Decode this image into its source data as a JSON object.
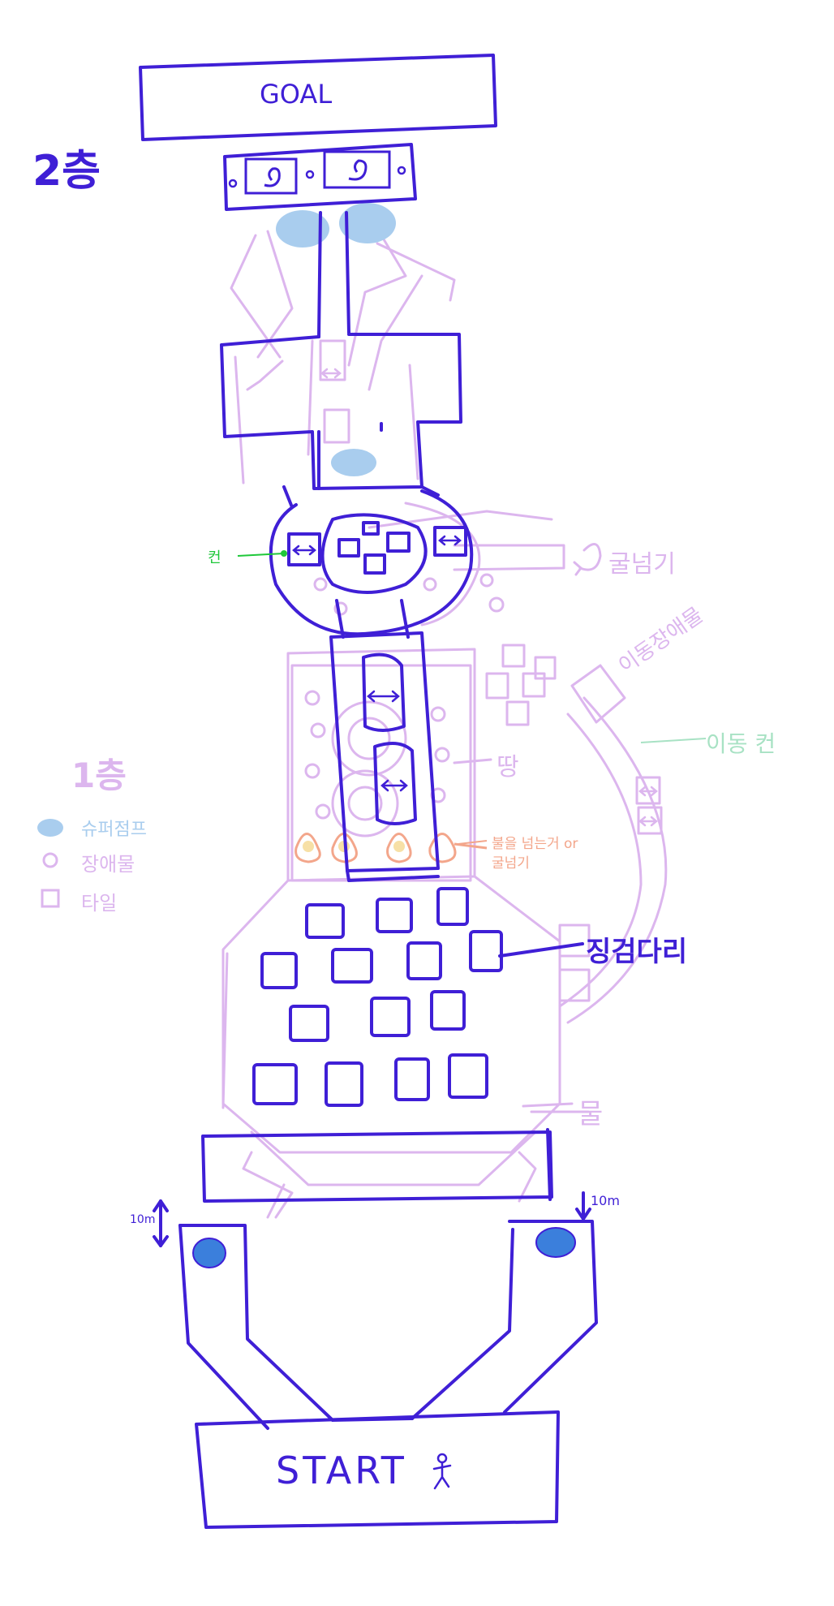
{
  "floor2_label": "2층",
  "goal_label": "GOAL",
  "start_label": "START",
  "floor1_label": "1층",
  "legend": {
    "super_jump": "슈퍼점프",
    "obstacle": "장애물",
    "tile": "타일"
  },
  "annotations": {
    "conveyor": "컨",
    "jump_rotate": "굴넘기",
    "moving_obstacle": "이동장애물",
    "moving_conveyor": "이동 컨",
    "ground": "땅",
    "fire_jump": "불을 넘는거 or 굴넘기",
    "stepping_stones": "징검다리",
    "water": "물",
    "height_left": "10m",
    "height_right": "10m"
  },
  "colors": {
    "ink": "#3f1fd6",
    "faint": "#dcb6ee",
    "jump_pad": "#8fb5ec",
    "jump_pad_dark": "#3b7fdc",
    "conveyor_green": "#1fc83a",
    "fire": "#f3a68b",
    "legend_blue": "#a9cdee",
    "moving_conveyor_green": "#a8e2c4"
  },
  "icons": [
    "swirl-icon",
    "left-right-arrow-icon",
    "stick-figure-icon",
    "rotate-arrow-icon"
  ]
}
